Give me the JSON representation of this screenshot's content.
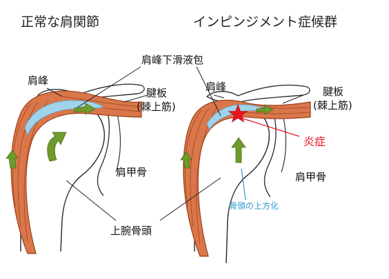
{
  "headings": {
    "left": "正常な肩関節",
    "right": "インピンジメント症候群"
  },
  "labels": {
    "subacromial_bursa": "肩峰下滑液包",
    "acromion_left": "肩峰",
    "acromion_right": "肩峰",
    "tendon_left_line1": "腱板",
    "tendon_left_line2": "(棘上筋)",
    "tendon_right_line1": "腱板",
    "tendon_right_line2": "(棘上筋)",
    "inflammation": "炎症",
    "scapula_left": "肩甲骨",
    "scapula_right": "肩甲骨",
    "humeral_head_upward": "骨頭の上方化",
    "humeral_head": "上腕骨頭"
  },
  "colors": {
    "muscle": "#d9774a",
    "muscle_stroke": "#9a3f1c",
    "bursa": "#9fd3ec",
    "arrow": "#6f9a2c",
    "arrow_stroke": "#4a6f16",
    "inflammation": "#e8141e",
    "annotation_blue": "#2e9bd0",
    "outline": "#333333"
  },
  "icons": {
    "inflammation_marker": "red-star-icon",
    "movement_arrow": "green-arrow-icon"
  }
}
